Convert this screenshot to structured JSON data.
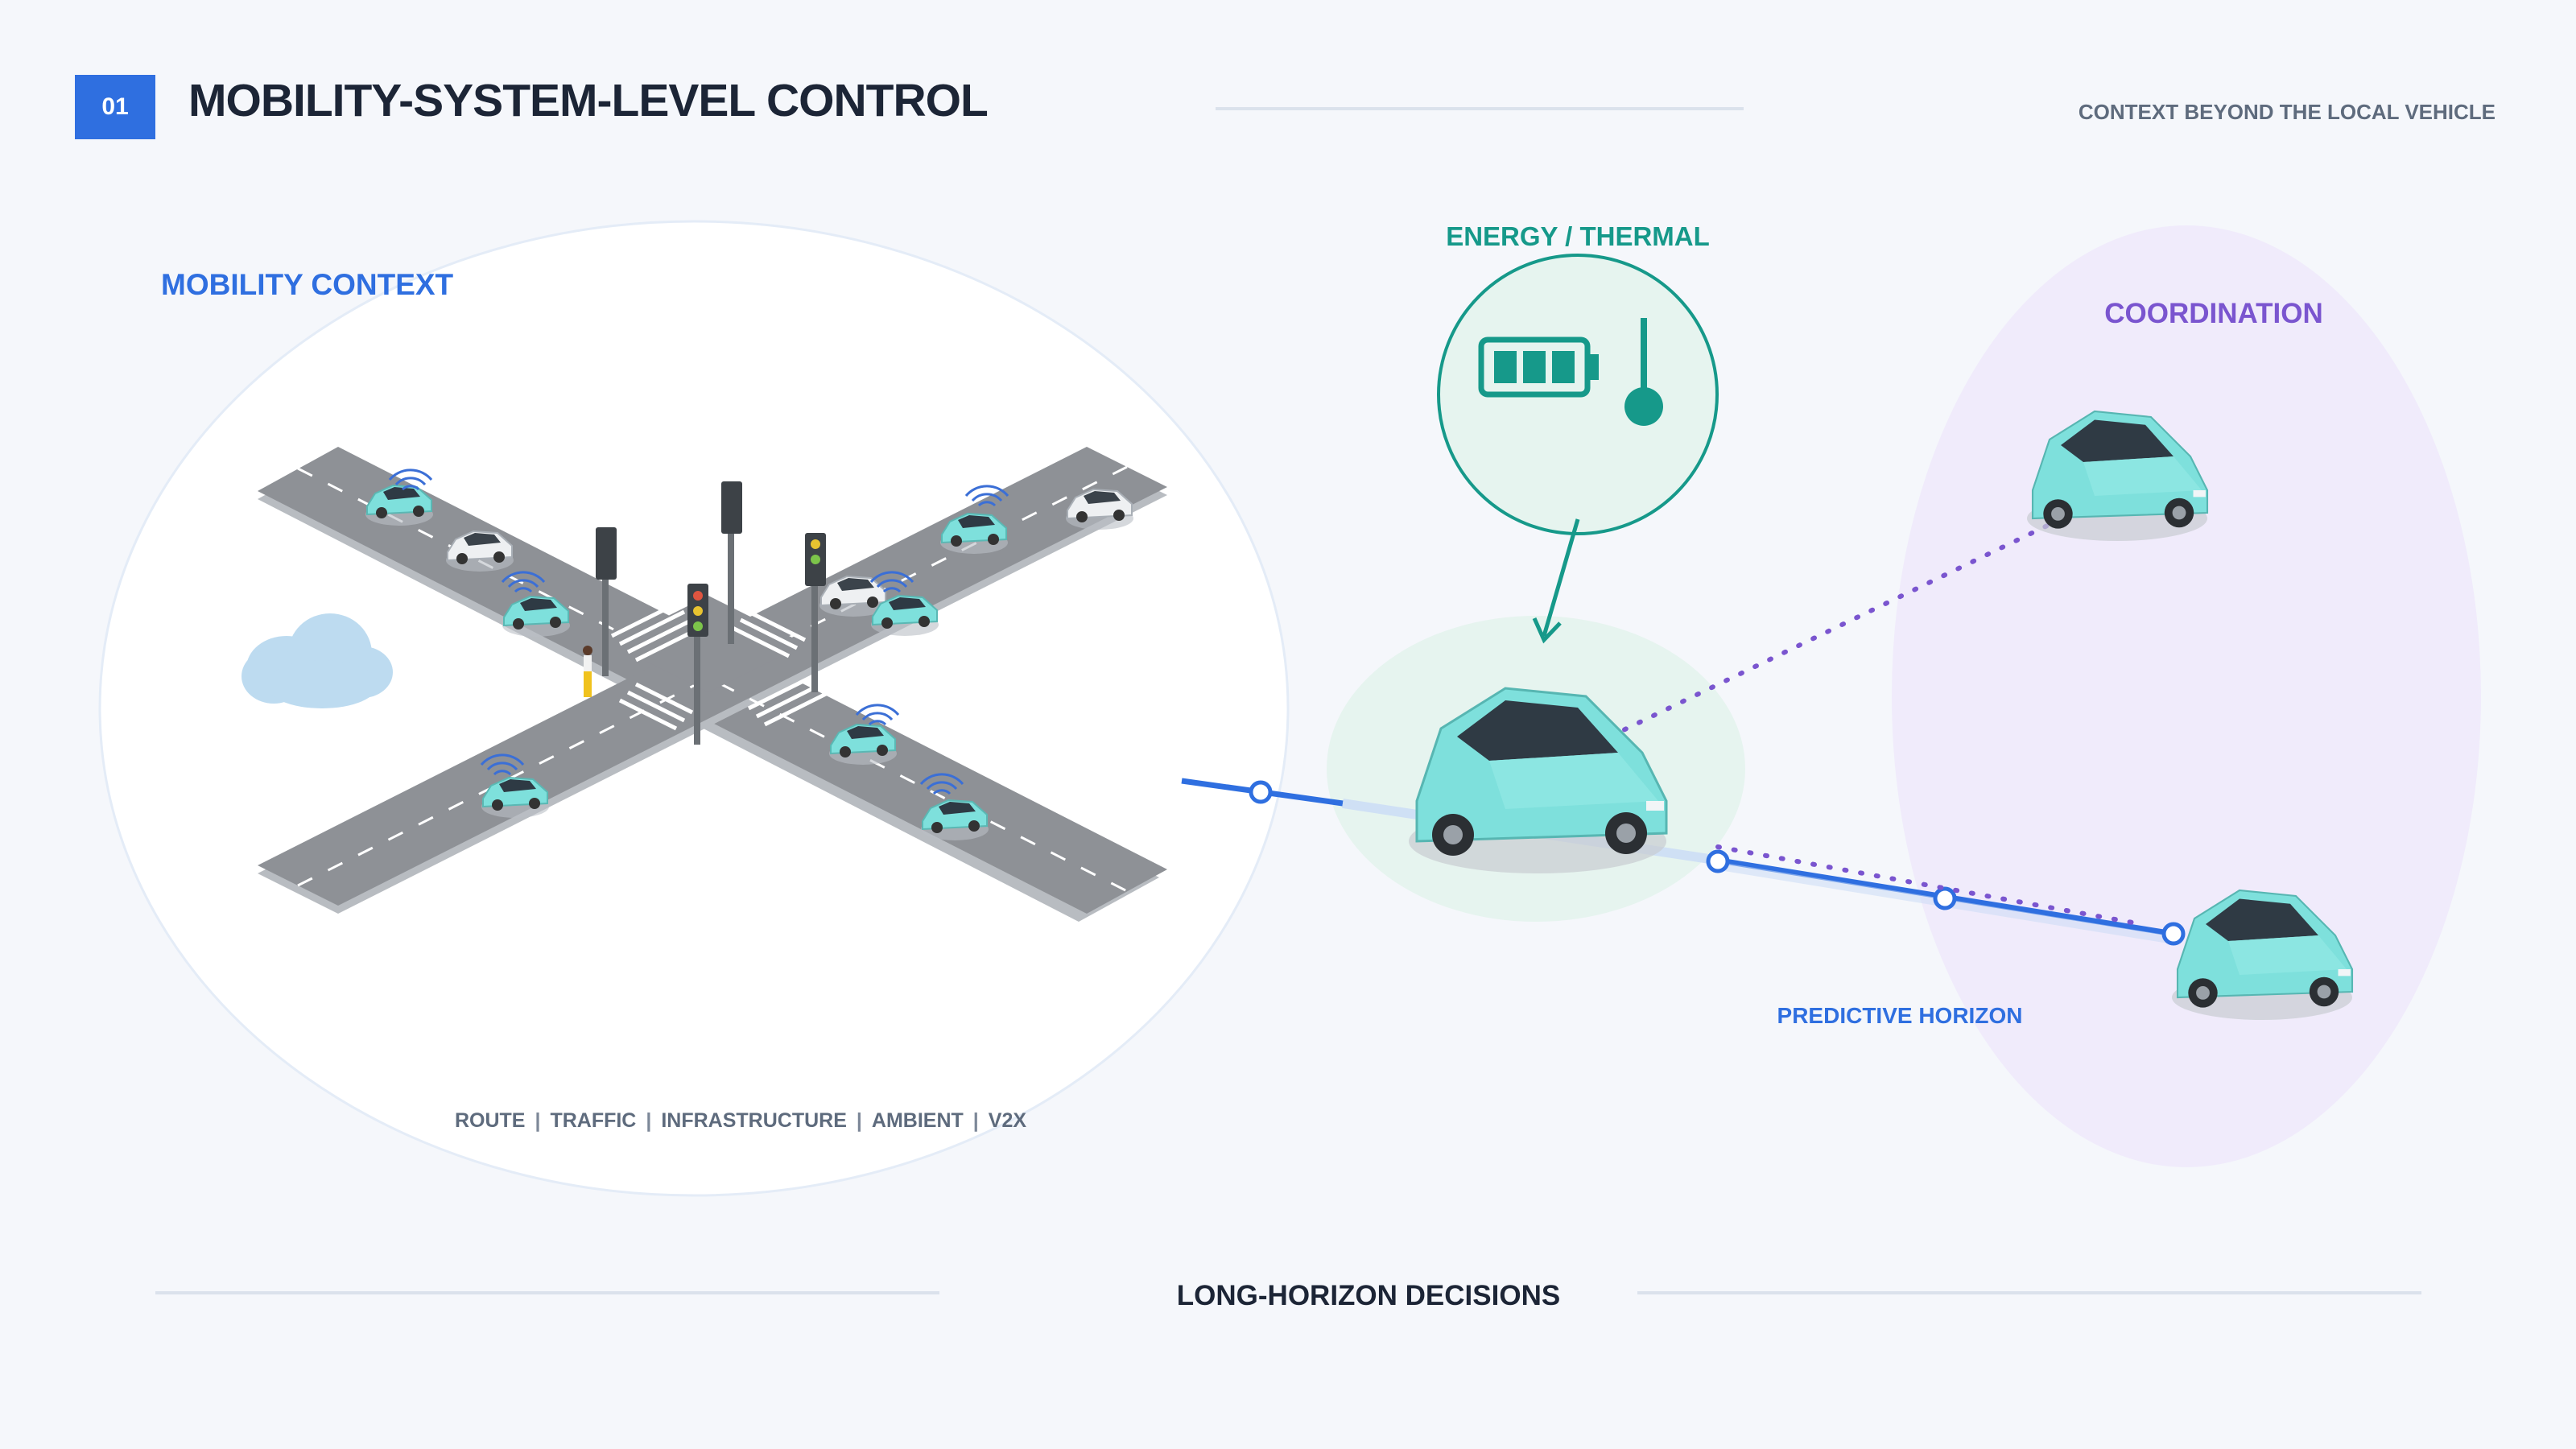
{
  "header": {
    "section_number": "01",
    "title": "MOBILITY-SYSTEM-LEVEL CONTROL",
    "subtitle": "CONTEXT BEYOND THE LOCAL VEHICLE"
  },
  "mobility_context": {
    "label": "MOBILITY CONTEXT",
    "items": [
      "ROUTE",
      "TRAFFIC",
      "INFRASTRUCTURE",
      "AMBIENT",
      "V2X"
    ],
    "separator": "|"
  },
  "energy": {
    "label": "ENERGY / THERMAL",
    "icons": [
      "battery-icon",
      "thermometer-icon"
    ]
  },
  "coordination": {
    "label": "COORDINATION"
  },
  "horizon": {
    "label": "PREDICTIVE HORIZON"
  },
  "footer": {
    "label": "LONG-HORIZON DECISIONS"
  },
  "colors": {
    "accent_blue": "#2f6fe0",
    "teal": "#16998a",
    "purple": "#7a55cf",
    "car_body": "#7ee0dc",
    "text_dark": "#1c2536",
    "text_muted": "#5e6b7d"
  }
}
